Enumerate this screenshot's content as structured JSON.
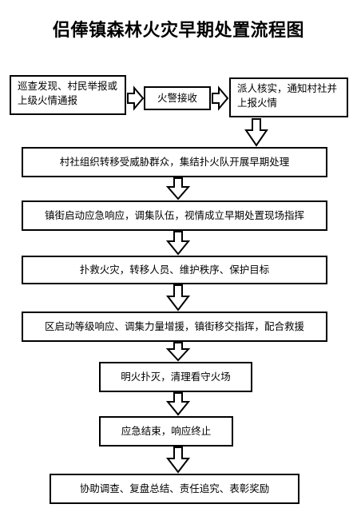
{
  "title": "侣俸镇森林火灾早期处置流程图",
  "steps": [
    {
      "id": "discover",
      "text": "巡查发现、村民举报或上级火情通报"
    },
    {
      "id": "alarm",
      "text": "火警接收"
    },
    {
      "id": "verify",
      "text": "派人核实，通知村社并上报火情"
    },
    {
      "id": "village",
      "text": "村社组织转移受威胁群众，集结扑火队开展早期处理"
    },
    {
      "id": "town",
      "text": "镇街启动应急响应，调集队伍，视情成立早期处置现场指挥"
    },
    {
      "id": "fight",
      "text": "扑救火灾，转移人员、维护秩序、保护目标"
    },
    {
      "id": "district",
      "text": "区启动等级响应、调集力量增援，镇街移交指挥，配合救援"
    },
    {
      "id": "extinguish",
      "text": "明火扑灭，清理看守火场"
    },
    {
      "id": "end",
      "text": "应急结束，响应终止"
    },
    {
      "id": "aftermath",
      "text": "协助调查、复盘总结、责任追究、表彰奖励"
    }
  ]
}
